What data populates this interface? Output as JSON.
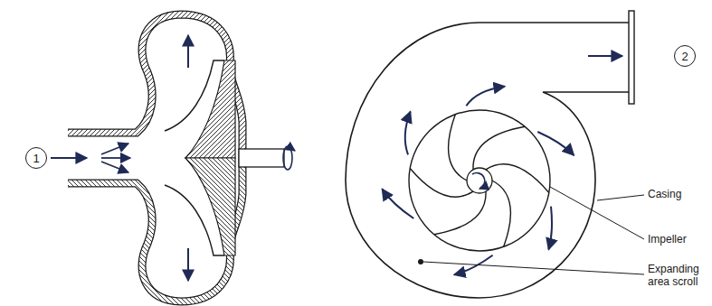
{
  "diagram": {
    "nodes": [
      {
        "text": [
          "1"
        ]
      },
      {
        "text": [
          "2"
        ]
      }
    ],
    "labels": [
      "Casing",
      "Impeller",
      "Expanding area scroll"
    ]
  }
}
